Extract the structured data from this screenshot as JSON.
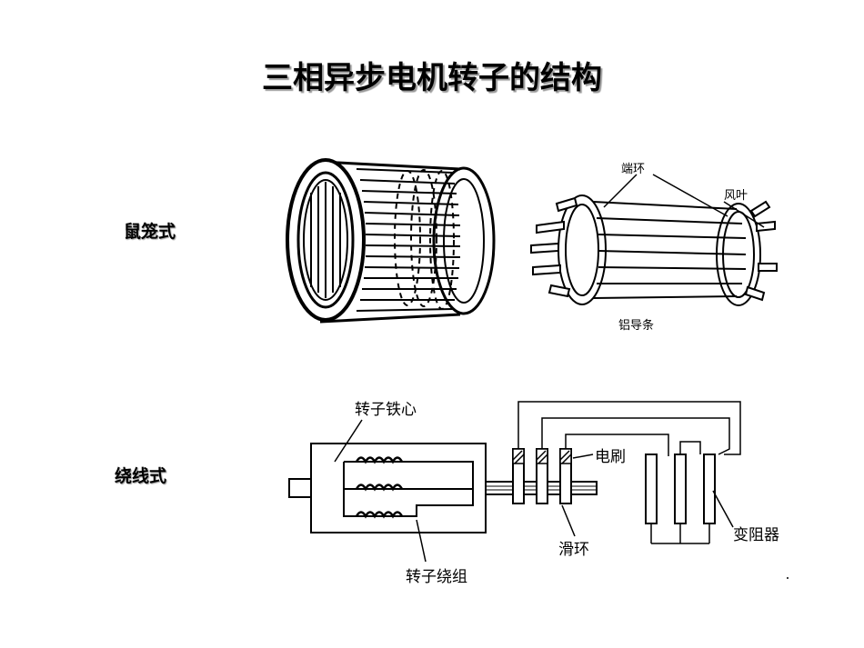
{
  "title": "三相异步电机转子的结构",
  "squirrel": {
    "label": "鼠笼式",
    "callouts": {
      "end_ring": "端环",
      "fan_blade": "风叶",
      "aluminum_bars": "铝导条"
    }
  },
  "wound": {
    "label": "绕线式",
    "callouts": {
      "rotor_core": "转子铁心",
      "brush": "电刷",
      "slip_ring": "滑环",
      "rheostat": "变阻器",
      "rotor_winding": "转子绕组"
    }
  }
}
